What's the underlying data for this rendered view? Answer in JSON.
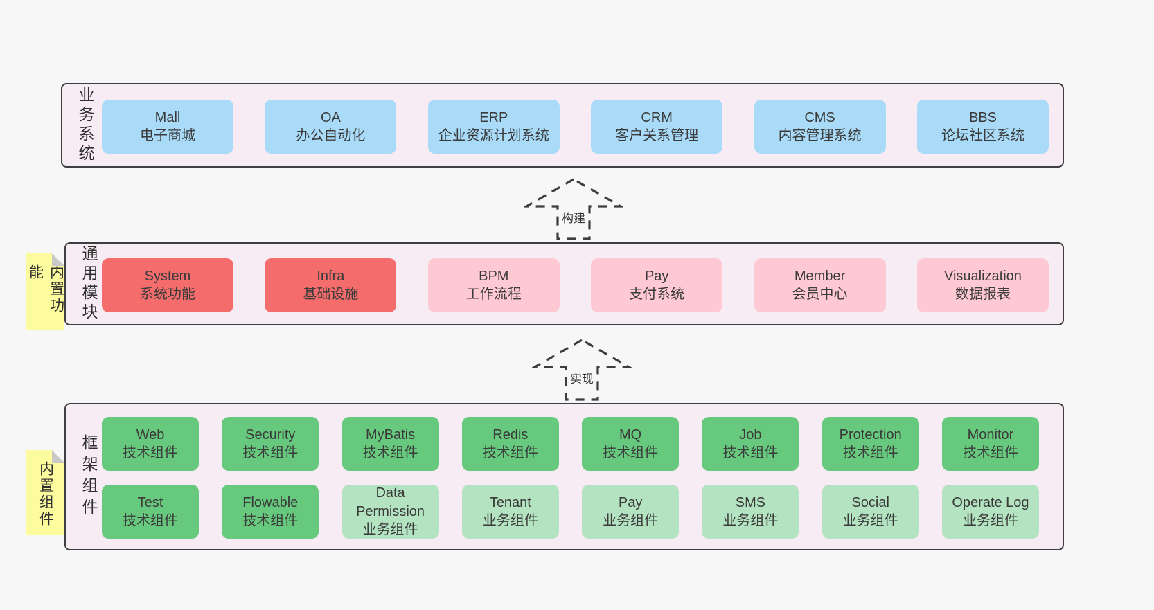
{
  "colors": {
    "page_bg": "#f7f7f7",
    "panel_bg": "#f7ecf4",
    "panel_border": "#3f3f3f",
    "business_box": "#a9daf8",
    "core_module_box": "#f56c6c",
    "optional_module_box": "#ffc9d3",
    "tech_component_box": "#66c97d",
    "biz_component_box": "#b4e3c1",
    "sticky_note": "#fcfc9f",
    "text": "#3a3a3a"
  },
  "arrows": {
    "build": "构建",
    "implement": "实现"
  },
  "layer_business": {
    "label": "业务系统",
    "boxes": [
      {
        "line1": "Mall",
        "line2": "电子商城"
      },
      {
        "line1": "OA",
        "line2": "办公自动化"
      },
      {
        "line1": "ERP",
        "line2": "企业资源计划系统"
      },
      {
        "line1": "CRM",
        "line2": "客户关系管理"
      },
      {
        "line1": "CMS",
        "line2": "内容管理系统"
      },
      {
        "line1": "BBS",
        "line2": "论坛社区系统"
      }
    ]
  },
  "layer_modules": {
    "label": "通用模块",
    "sticky": "内置功能",
    "boxes": [
      {
        "line1": "System",
        "line2": "系统功能"
      },
      {
        "line1": "Infra",
        "line2": "基础设施"
      },
      {
        "line1": "BPM",
        "line2": "工作流程"
      },
      {
        "line1": "Pay",
        "line2": "支付系统"
      },
      {
        "line1": "Member",
        "line2": "会员中心"
      },
      {
        "line1": "Visualization",
        "line2": "数据报表"
      }
    ]
  },
  "layer_components": {
    "label": "框架组件",
    "sticky": "内置组件",
    "row1": [
      {
        "line1": "Web",
        "line2": "技术组件"
      },
      {
        "line1": "Security",
        "line2": "技术组件"
      },
      {
        "line1": "MyBatis",
        "line2": "技术组件"
      },
      {
        "line1": "Redis",
        "line2": "技术组件"
      },
      {
        "line1": "MQ",
        "line2": "技术组件"
      },
      {
        "line1": "Job",
        "line2": "技术组件"
      },
      {
        "line1": "Protection",
        "line2": "技术组件"
      },
      {
        "line1": "Monitor",
        "line2": "技术组件"
      }
    ],
    "row2": [
      {
        "line1": "Test",
        "line2": "技术组件"
      },
      {
        "line1": "Flowable",
        "line2": "技术组件"
      },
      {
        "line1": "Data Permission",
        "line2": "业务组件"
      },
      {
        "line1": "Tenant",
        "line2": "业务组件"
      },
      {
        "line1": "Pay",
        "line2": "业务组件"
      },
      {
        "line1": "SMS",
        "line2": "业务组件"
      },
      {
        "line1": "Social",
        "line2": "业务组件"
      },
      {
        "line1": "Operate Log",
        "line2": "业务组件"
      }
    ]
  }
}
